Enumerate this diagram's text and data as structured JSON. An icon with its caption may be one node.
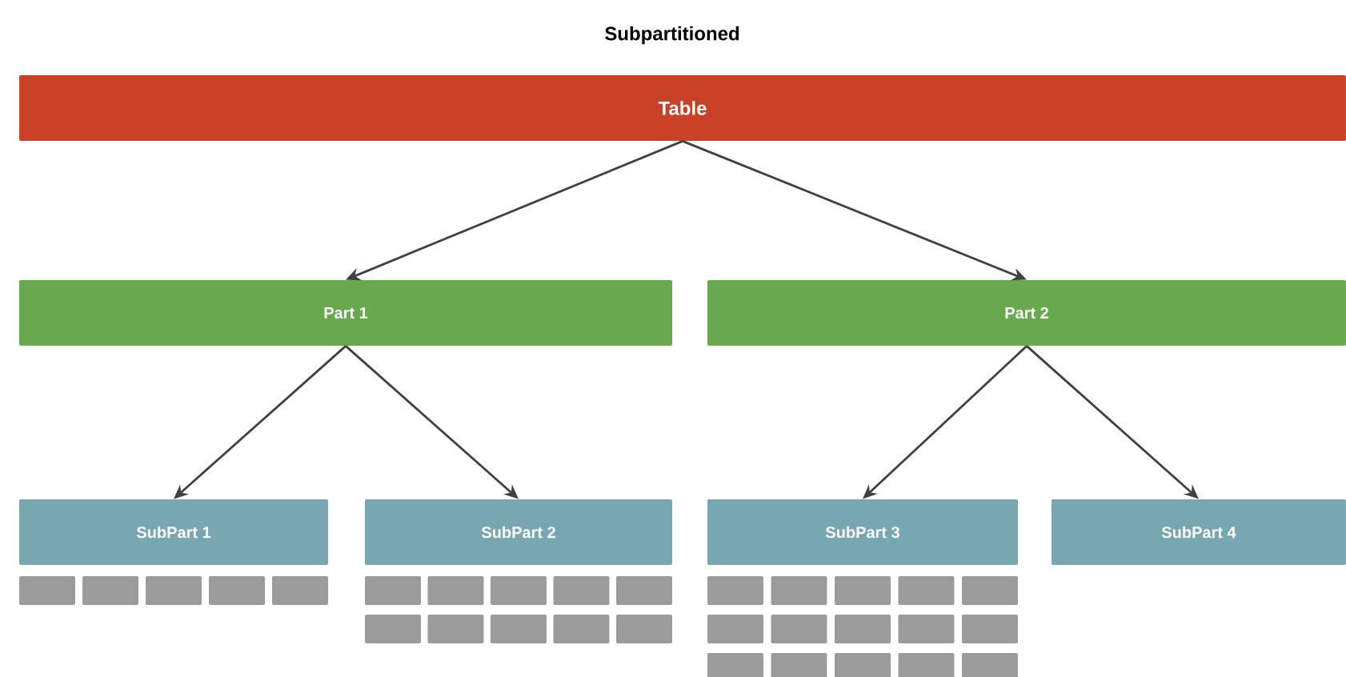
{
  "diagram": {
    "title": "Subpartitioned",
    "nodes": [
      {
        "text": [
          "Table"
        ]
      },
      {
        "text": [
          "Part 1"
        ]
      },
      {
        "text": [
          "Part 2"
        ]
      },
      {
        "text": [
          "SubPart 1"
        ]
      },
      {
        "text": [
          "SubPart 2"
        ]
      },
      {
        "text": [
          "SubPart 3"
        ]
      },
      {
        "text": [
          "SubPart 4"
        ]
      }
    ],
    "edges": [
      {
        "from": 0,
        "to": 1,
        "arrow": "to"
      },
      {
        "from": 0,
        "to": 2,
        "arrow": "to"
      },
      {
        "from": 1,
        "to": 3,
        "arrow": "to"
      },
      {
        "from": 1,
        "to": 4,
        "arrow": "to"
      },
      {
        "from": 2,
        "to": 5,
        "arrow": "to"
      },
      {
        "from": 2,
        "to": 6,
        "arrow": "to"
      }
    ]
  }
}
